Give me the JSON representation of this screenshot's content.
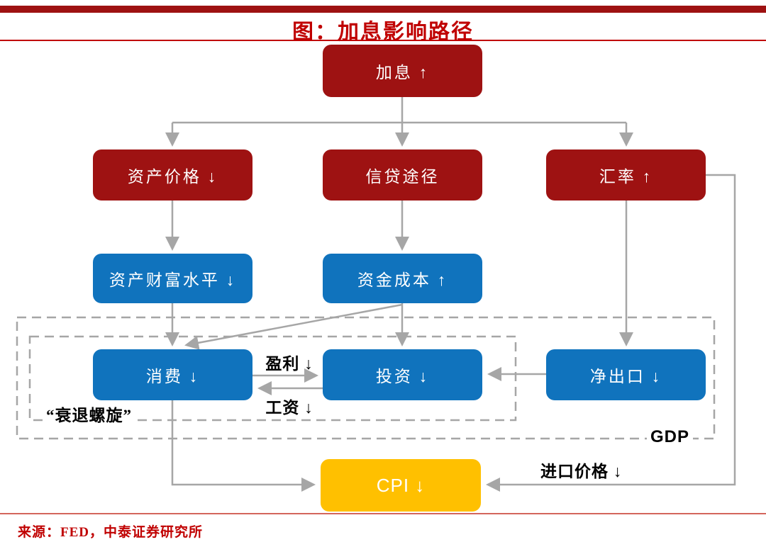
{
  "figure": {
    "title": "图：加息影响路径",
    "source": "来源：FED，中泰证券研究所"
  },
  "nodes": {
    "rate_hike": "加息 ↑",
    "asset_price": "资产价格 ↓",
    "credit_channel": "信贷途径",
    "exchange_rate": "汇率 ↑",
    "asset_wealth": "资产财富水平 ↓",
    "capital_cost": "资金成本 ↑",
    "consumption": "消费 ↓",
    "investment": "投资 ↓",
    "net_export": "净出口 ↓",
    "cpi": "CPI ↓"
  },
  "labels": {
    "profit": "盈利 ↓",
    "wage": "工资 ↓",
    "recession_spiral": "“衰退螺旋”",
    "gdp": "GDP",
    "import_price": "进口价格 ↓"
  },
  "colors": {
    "node_red": "#9E1212",
    "node_blue": "#1073BD",
    "node_yellow": "#FFC000",
    "connector_gray": "#A6A6A6",
    "title_red": "#C00000",
    "source_red": "#C00000",
    "bottom_rule_red": "#D4655C",
    "label_black": "#000000"
  }
}
